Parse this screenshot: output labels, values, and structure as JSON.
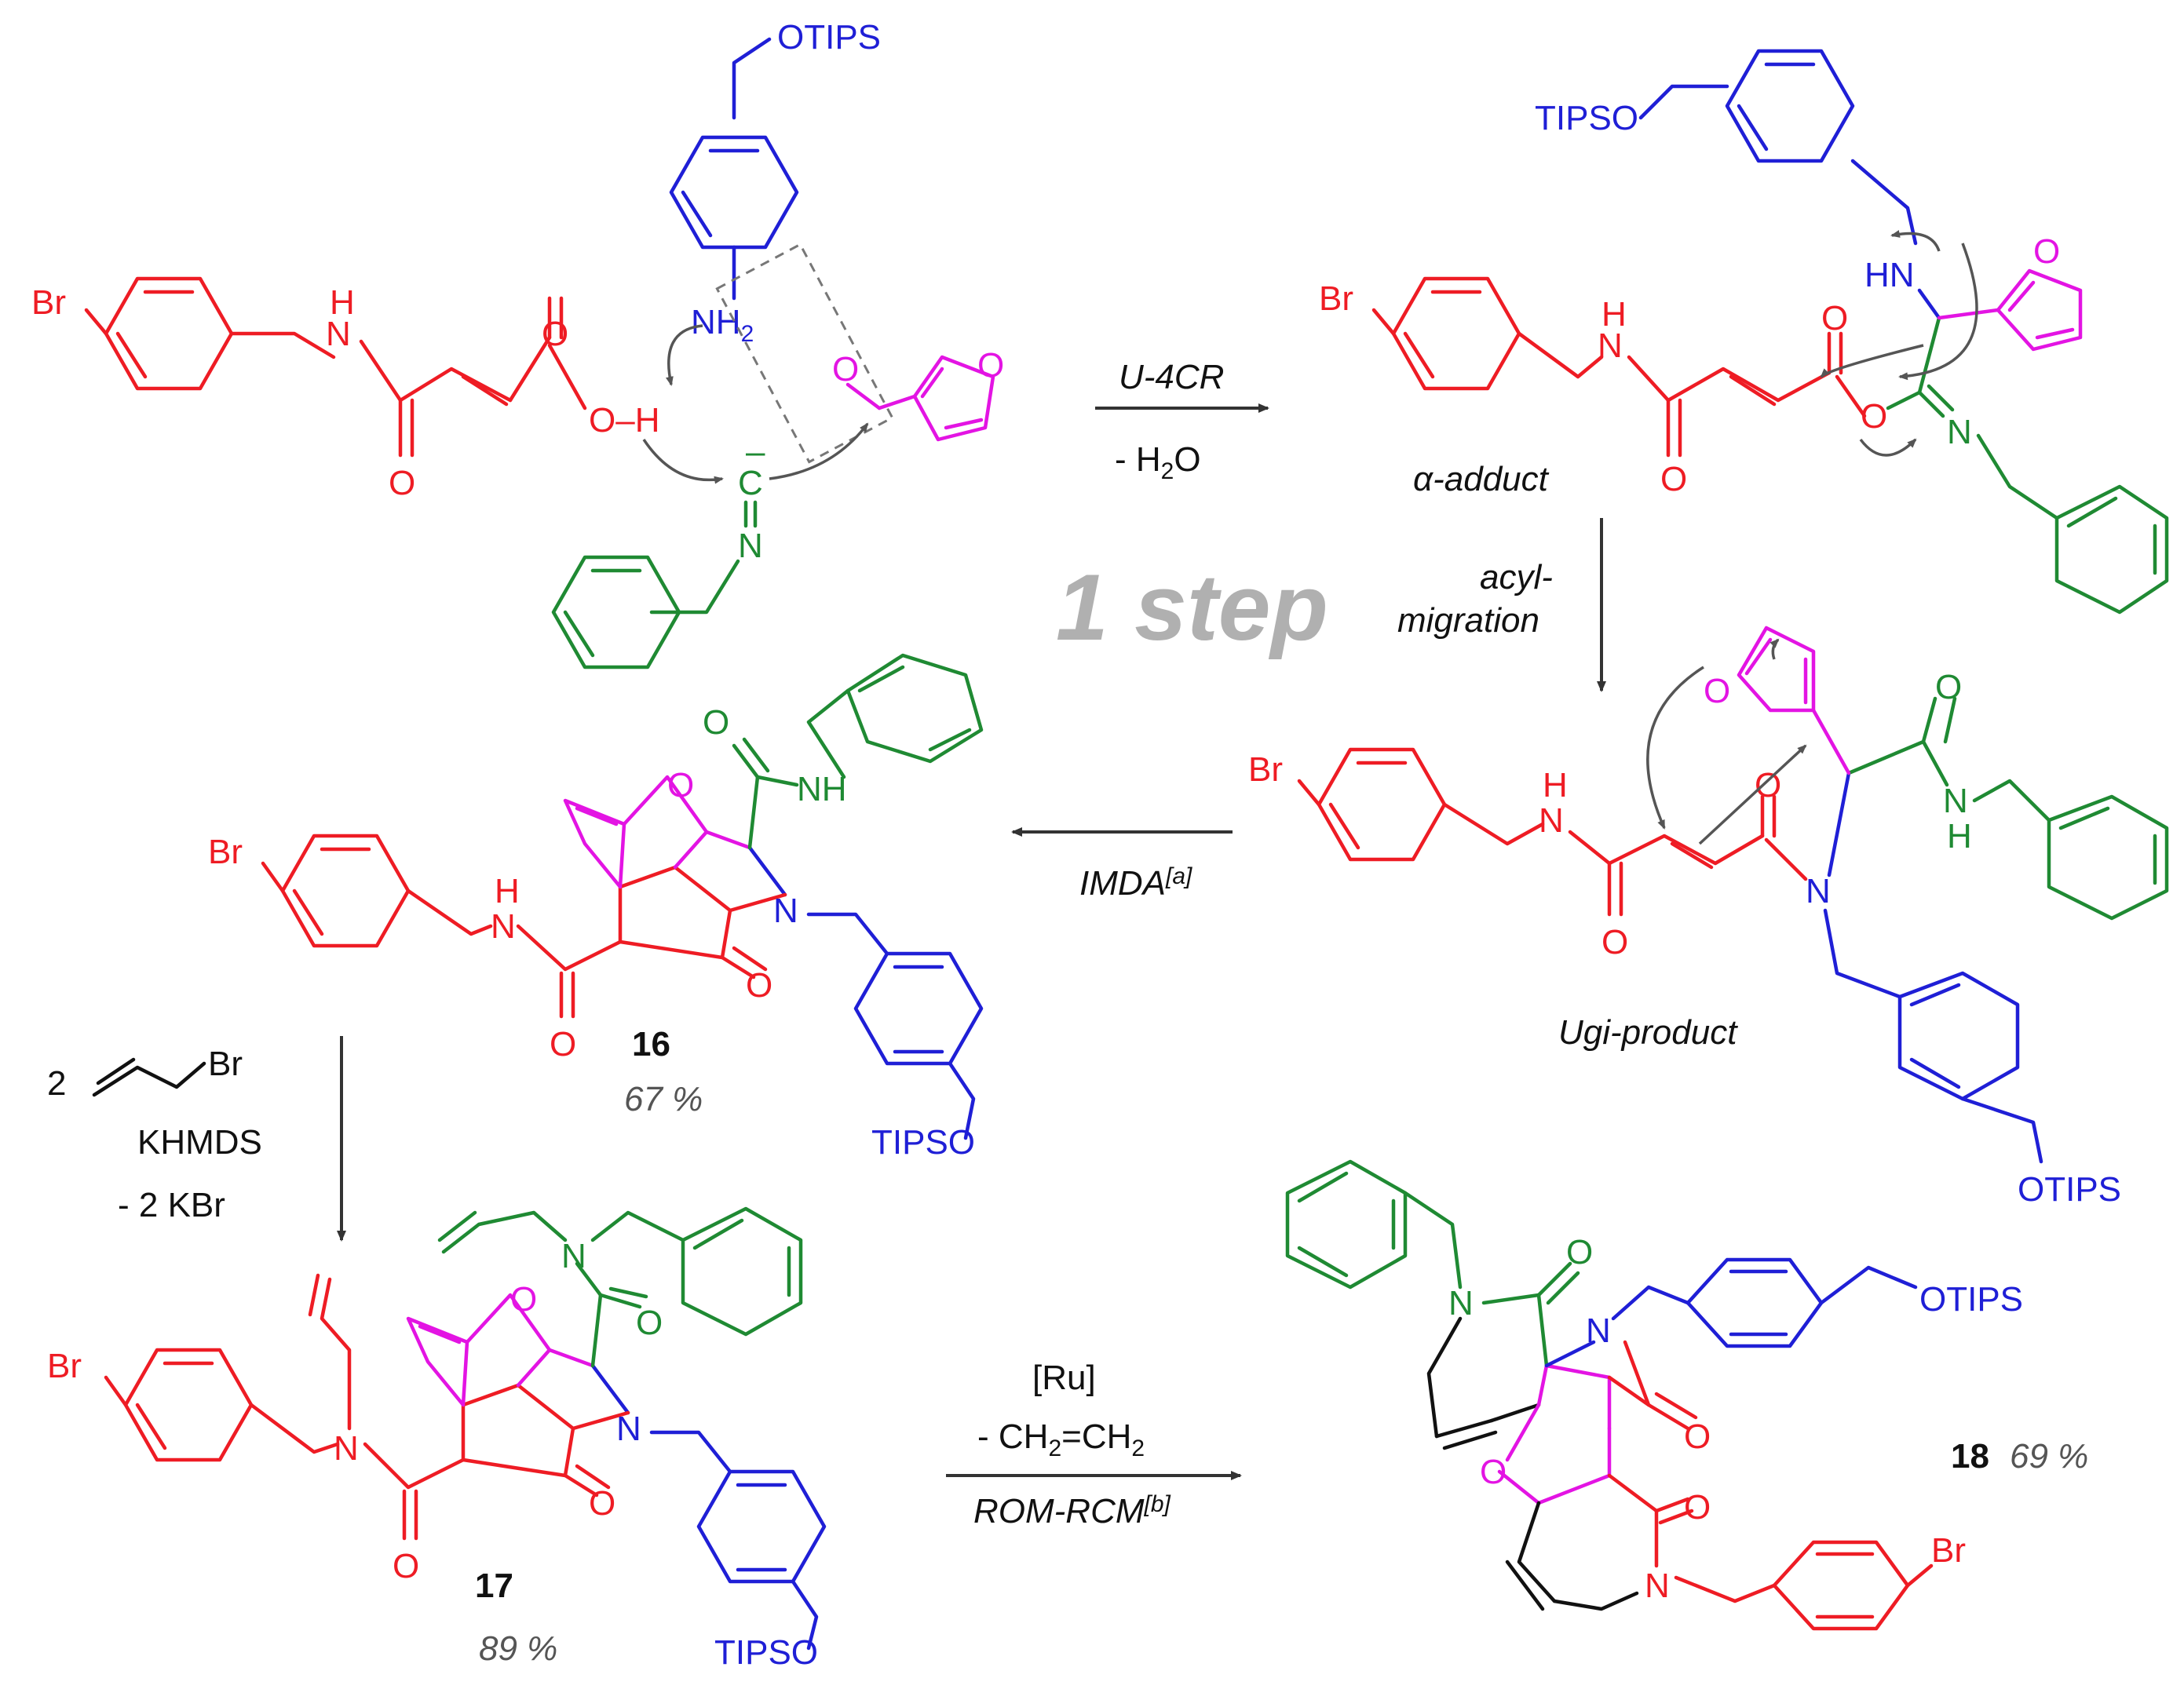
{
  "colors": {
    "amide_acid": "#ee1c24",
    "amine": "#1f1fd6",
    "isocyanide": "#1f8a33",
    "aldehyde": "#e314e3",
    "text": "#111111",
    "yield": "#555555",
    "watermark": "#b0b0b0"
  },
  "watermark": "1 step",
  "reagents": {
    "otips_top": "OTIPS",
    "br_1": "Br",
    "nh_1": "H",
    "n_1": "N",
    "o_acid": "O",
    "oh": "O–H",
    "o_amide": "O",
    "nh2": "NH",
    "nh2_sub": "2",
    "aldehyde_o": "O",
    "furan_o_1": "O",
    "isocyanide_c": "C",
    "isocyanide_minus": "–",
    "isocyanide_n": "N"
  },
  "step1": {
    "above": "U-4CR",
    "below": "- H",
    "below_sub": "2",
    "below_tail": "O"
  },
  "alpha_adduct": {
    "tipso": "TIPSO",
    "br": "Br",
    "hn": "HN",
    "h": "H",
    "n": "N",
    "o1": "O",
    "o2": "O",
    "o3": "O",
    "n2": "N",
    "furan_o": "O",
    "label": "α-adduct"
  },
  "step2": {
    "line1": "acyl-",
    "line2": "migration"
  },
  "ugi_product": {
    "br": "Br",
    "h": "H",
    "n": "N",
    "o1": "O",
    "o2": "O",
    "n2": "N",
    "o3": "O",
    "nh_n": "N",
    "nh_h": "H",
    "furan_o": "O",
    "otips": "OTIPS",
    "label": "Ugi-product"
  },
  "step3": {
    "label": "IMDA",
    "sup": "[a]"
  },
  "compound16": {
    "br": "Br",
    "h": "H",
    "n": "N",
    "o1": "O",
    "o2": "O",
    "n2": "N",
    "nh": "NH",
    "o3": "O",
    "bridge_o": "O",
    "tipso": "TIPSO",
    "number": "16",
    "yield": "67 %"
  },
  "step4": {
    "count": "2",
    "br": "Br",
    "base": "KHMDS",
    "byproduct": "- 2 KBr"
  },
  "compound17": {
    "br": "Br",
    "n1": "N",
    "o1": "O",
    "o2": "O",
    "n2": "N",
    "n3": "N",
    "o3": "O",
    "bridge_o": "O",
    "tipso": "TIPSO",
    "number": "17",
    "yield": "89 %"
  },
  "step5": {
    "catalyst": "[Ru]",
    "byproduct": "- CH",
    "sub1": "2",
    "eq": "=CH",
    "sub2": "2",
    "label": "ROM-RCM",
    "sup": "[b]"
  },
  "compound18": {
    "n1": "N",
    "o1": "O",
    "n2": "N",
    "otips": "OTIPS",
    "o2": "O",
    "furan_o": "O",
    "o3": "O",
    "n3": "N",
    "br": "Br",
    "number": "18",
    "yield": "69 %"
  }
}
